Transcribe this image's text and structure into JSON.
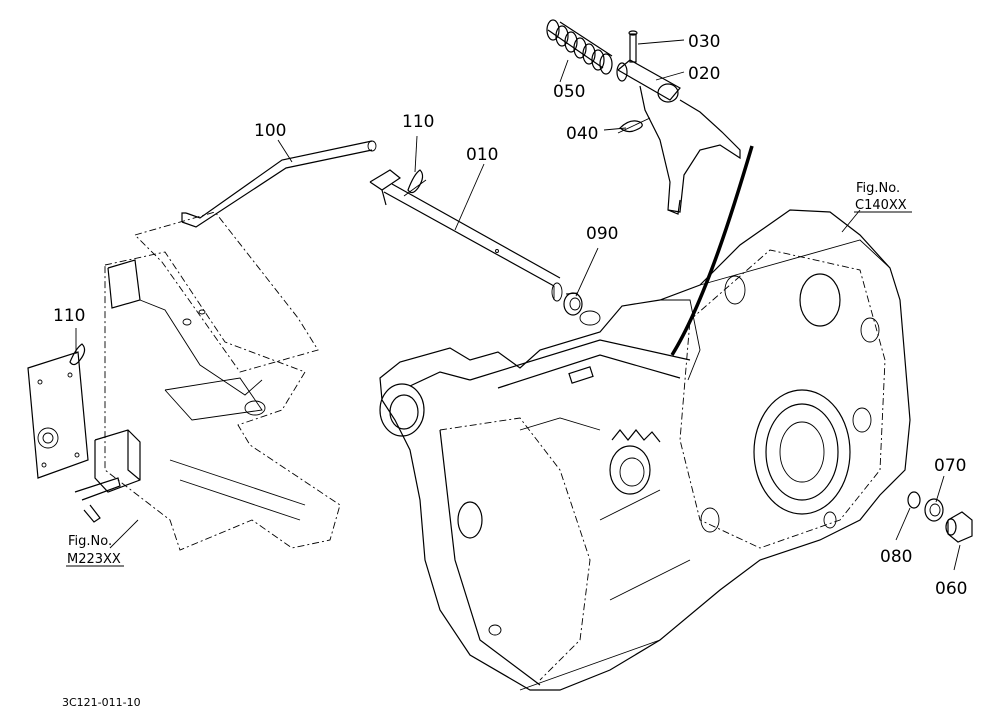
{
  "callouts": [
    {
      "id": "p030",
      "text": "030"
    },
    {
      "id": "p020",
      "text": "020"
    },
    {
      "id": "p050",
      "text": "050"
    },
    {
      "id": "p040",
      "text": "040"
    },
    {
      "id": "p100",
      "text": "100"
    },
    {
      "id": "p110a",
      "text": "110"
    },
    {
      "id": "p010",
      "text": "010"
    },
    {
      "id": "p090",
      "text": "090"
    },
    {
      "id": "p110b",
      "text": "110"
    },
    {
      "id": "p070",
      "text": "070"
    },
    {
      "id": "p080",
      "text": "080"
    },
    {
      "id": "p060",
      "text": "060"
    }
  ],
  "references": [
    {
      "id": "ref-c140",
      "line1": "Fig.No.",
      "line2": "C140XX"
    },
    {
      "id": "ref-m223",
      "line1": "Fig.No.",
      "line2": "M223XX"
    }
  ],
  "drawing_code": "3C121-011-10"
}
